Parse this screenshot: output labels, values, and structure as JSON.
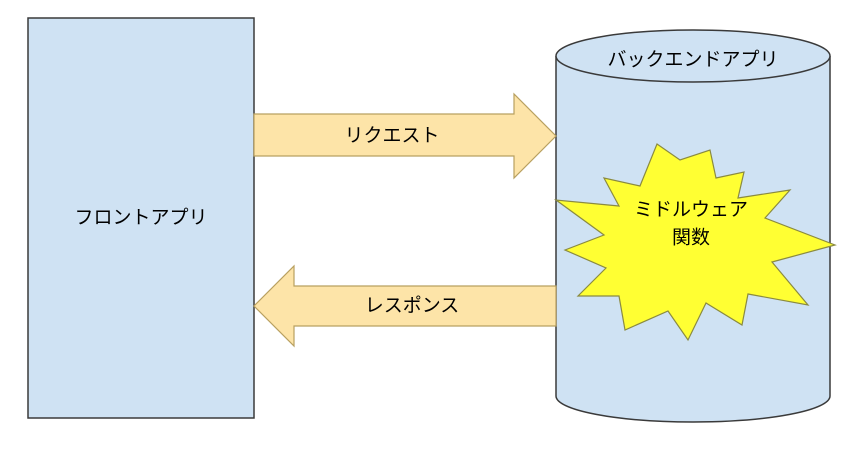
{
  "frontend": {
    "label": "フロントアプリ"
  },
  "backend": {
    "label": "バックエンドアプリ"
  },
  "request_arrow": {
    "label": "リクエスト"
  },
  "response_arrow": {
    "label": "レスポンス"
  },
  "middleware": {
    "line1": "ミドルウェア",
    "line2": "関数"
  },
  "colors": {
    "box_fill": "#cfe2f3",
    "box_stroke": "#3a3a3a",
    "arrow_fill": "#fde4a8",
    "arrow_stroke": "#b8a060",
    "burst_fill": "#ffff33",
    "burst_stroke": "#8a8a40"
  }
}
